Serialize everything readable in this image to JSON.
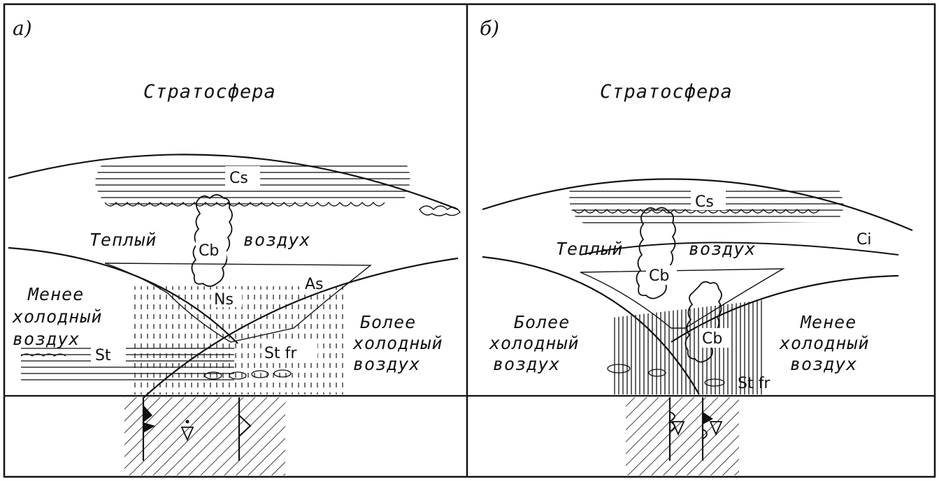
{
  "panels": [
    {
      "tag": "а)",
      "stratosphere": "Стратосфера",
      "warm_air": [
        "Теплый",
        "воздух"
      ],
      "left_air": [
        "Менее",
        "холодный",
        "воздух"
      ],
      "right_air": [
        "Более",
        "холодный",
        "воздух"
      ],
      "clouds": {
        "cs": "Cs",
        "cb": "Cb",
        "as": "As",
        "ns": "Ns",
        "st": "St",
        "stfr": "St fr"
      }
    },
    {
      "tag": "б)",
      "stratosphere": "Стратосфера",
      "warm_air": [
        "Теплый",
        "воздух"
      ],
      "left_air": [
        "Более",
        "холодный",
        "воздух"
      ],
      "right_air": [
        "Менее",
        "холодный",
        "воздух"
      ],
      "clouds": {
        "cs": "Cs",
        "ci": "Ci",
        "cb1": "Cb",
        "cb2": "Cb",
        "stfr": "St fr"
      }
    }
  ]
}
